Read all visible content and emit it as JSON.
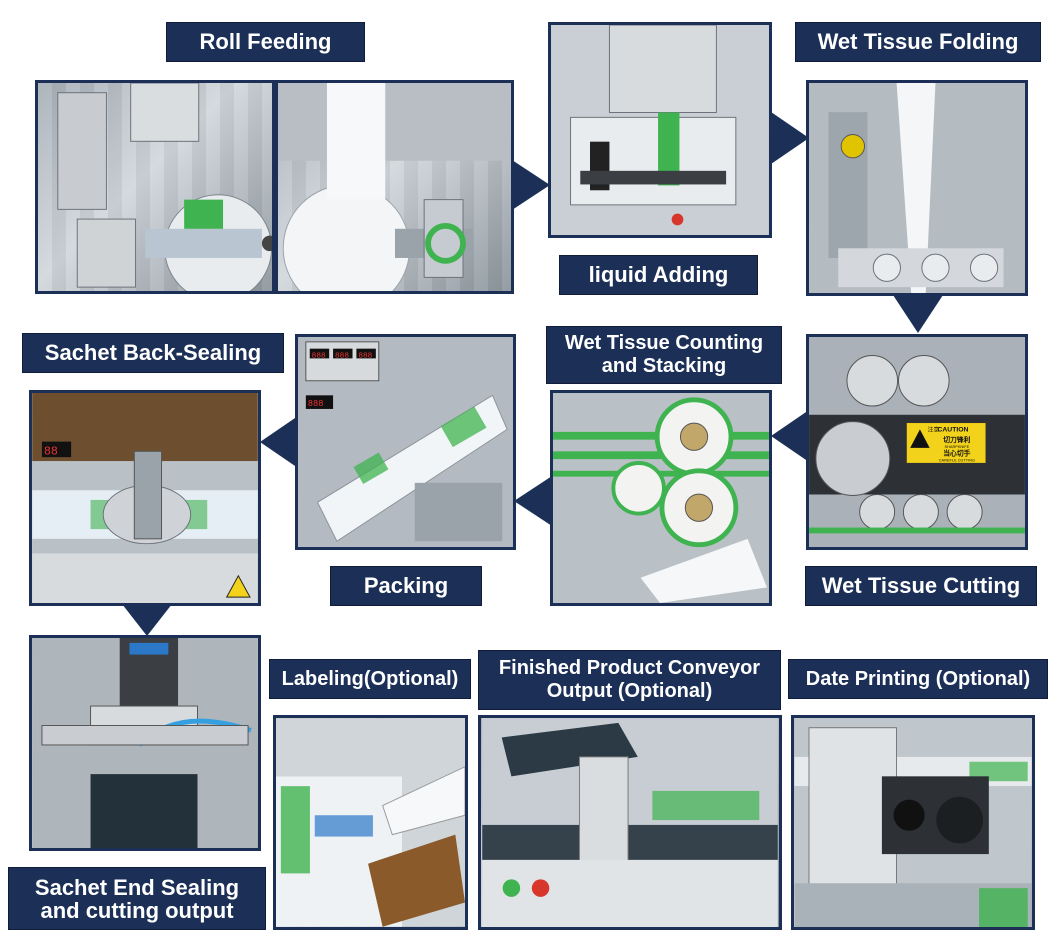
{
  "steps": {
    "roll_feeding": "Roll Feeding",
    "liquid_adding": "liquid Adding",
    "wet_tissue_folding": "Wet Tissue Folding",
    "wet_tissue_cutting": "Wet Tissue Cutting",
    "counting_line1": "Wet Tissue Counting",
    "counting_line2": "and Stacking",
    "packing": "Packing",
    "back_sealing": "Sachet Back-Sealing",
    "end_sealing_line1": "Sachet End Sealing",
    "end_sealing_line2": "and cutting output",
    "labeling": "Labeling(Optional)",
    "conveyor_line1": "Finished Product Conveyor",
    "conveyor_line2": "Output (Optional)",
    "date_printing": "Date Printing (Optional)"
  },
  "machine_text": {
    "caution": "CAUTION",
    "caution_cn": "注意",
    "sharp_cn": "切刀锋利",
    "sharp_en": "SHARPKNIFE",
    "careful_cn": "当心切手",
    "careful_en": "CAREFUL CUTTING",
    "display_1": "888",
    "display_2": "888",
    "display_3": "888",
    "display_4": "888",
    "counter": "88"
  },
  "colors": {
    "label_bg": "#1b2f57",
    "label_text": "#ffffff",
    "frame": "#1b2f57",
    "accent_green": "#3fb34f",
    "caution_yellow": "#f2d21a"
  }
}
